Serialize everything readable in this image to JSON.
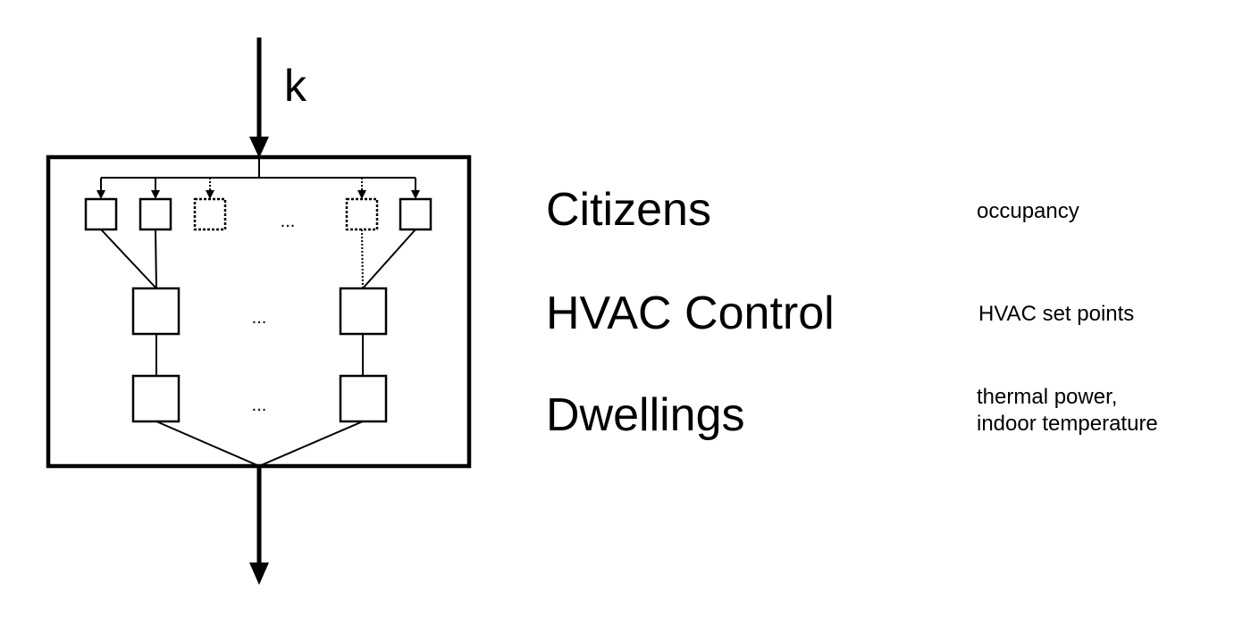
{
  "diagram": {
    "input_label": "k",
    "ellipsis": "...",
    "layers": [
      {
        "name": "Citizens",
        "output": [
          "occupancy"
        ]
      },
      {
        "name": "HVAC Control",
        "output": [
          "HVAC set points"
        ]
      },
      {
        "name": "Dwellings",
        "output": [
          "thermal power,",
          "indoor temperature"
        ]
      }
    ]
  }
}
